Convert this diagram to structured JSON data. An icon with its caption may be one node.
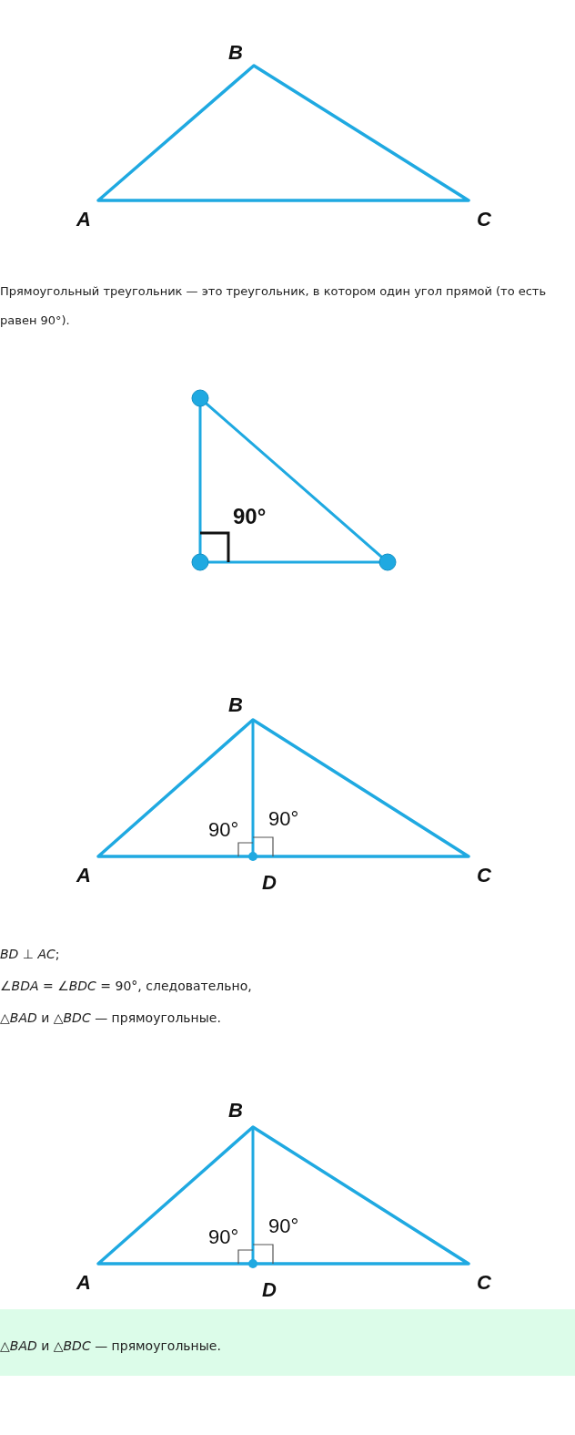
{
  "diagram": {
    "labels": [
      "B",
      "A",
      "C",
      "Прямоугольный треугольник — это треугольник, в котором один угол прямой (то есть равен 90°).",
      "90°",
      "B",
      "90°",
      "90°",
      "A",
      "D",
      "C",
      "*BD* ⊥ *AC*;",
      "∠*BDA* = ∠*BDC* = 90°, следовательно,",
      "△*BAD* и △*BDC* — прямоугольные.",
      "B",
      "90°",
      "90°",
      "A",
      "D",
      "C",
      "△*BAD* и △*BDC* — прямоугольные."
    ]
  }
}
